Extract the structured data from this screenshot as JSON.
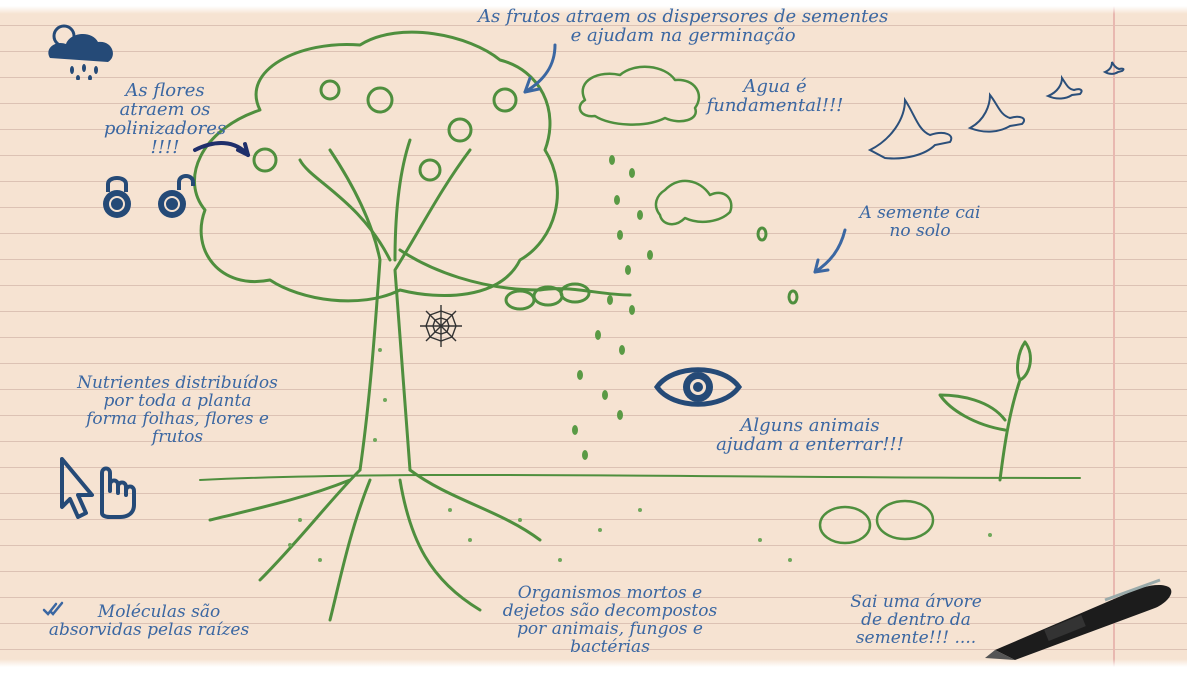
{
  "annotations": {
    "fruits": [
      "As frutos atraem os dispersores de sementes",
      "e ajudam na germinação"
    ],
    "flowers": [
      "As flores",
      "atraem os",
      "polinizadores",
      "!!!!"
    ],
    "water": [
      "Agua é",
      "fundamental!!!"
    ],
    "seed_falls": [
      "A semente cai",
      "no solo"
    ],
    "nutrients": [
      "Nutrientes distribuídos",
      "por toda a planta",
      "forma folhas, flores e",
      "frutos"
    ],
    "animals_bury": [
      "Alguns animais",
      "ajudam a enterrar!!!"
    ],
    "molecules": [
      "Moléculas são",
      "absorvidas pelas raízes"
    ],
    "decompose": [
      "Organismos mortos e",
      "dejetos são decompostos",
      "por animais, fungos e",
      "bactérias"
    ],
    "new_tree": [
      "Sai uma árvore",
      "de dentro da",
      "semente!!! ...."
    ]
  },
  "icons": [
    "weather-cloud-sun-rain-icon",
    "padlock-closed-icon",
    "padlock-open-icon",
    "spider-web-icon",
    "eye-icon",
    "pointer-hand-icon",
    "double-check-icon",
    "pen-icon",
    "flying-bird-icon",
    "curved-arrow-icon"
  ],
  "colors": {
    "paper": "#f6e3d2",
    "ink_blue": "#3b67a2",
    "icon_navy": "#254a77",
    "sketch_green": "#4f8f3e",
    "margin_red": "#e8b8b0"
  }
}
